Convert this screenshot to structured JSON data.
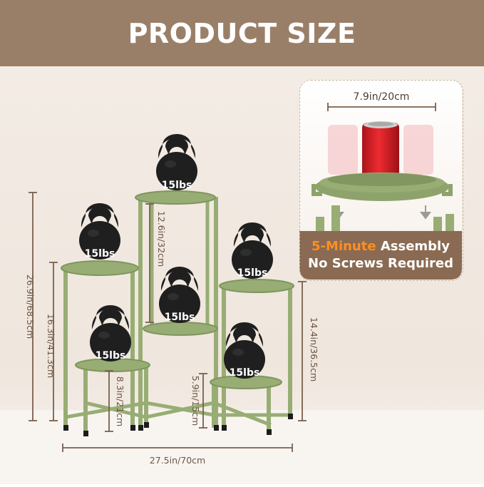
{
  "banner": {
    "title": "PRODUCT SIZE"
  },
  "colors": {
    "banner": "#9a7f68",
    "stand": "#98ad74",
    "stand_dark": "#7f9560",
    "kettlebell": "#1f1f1f",
    "dimension_line": "#7a5f4c",
    "caption_panel": "#8a6a52",
    "accent": "#ff8f1f",
    "can": "#d81f26"
  },
  "inset": {
    "width_label": "7.9in/20cm",
    "caption_highlight": "5-Minute",
    "caption_rest": " Assembly",
    "caption_line2": "No Screws Required"
  },
  "dimensions": {
    "total_height": "26.9in/68.5cm",
    "left_height": "16.3in/41.3cm",
    "left_low_shelf": "8.3in/21cm",
    "top_gap": "12.6in/32cm",
    "center_low_shelf": "5.9in/15cm",
    "right_height": "14.4in/36.5cm",
    "total_width": "27.5in/70cm"
  },
  "kettlebells": {
    "weight_label": "15lbs",
    "count": 6
  },
  "icons": [
    "kettlebell-icon",
    "soda-can-icon",
    "arrow-down-icon"
  ]
}
